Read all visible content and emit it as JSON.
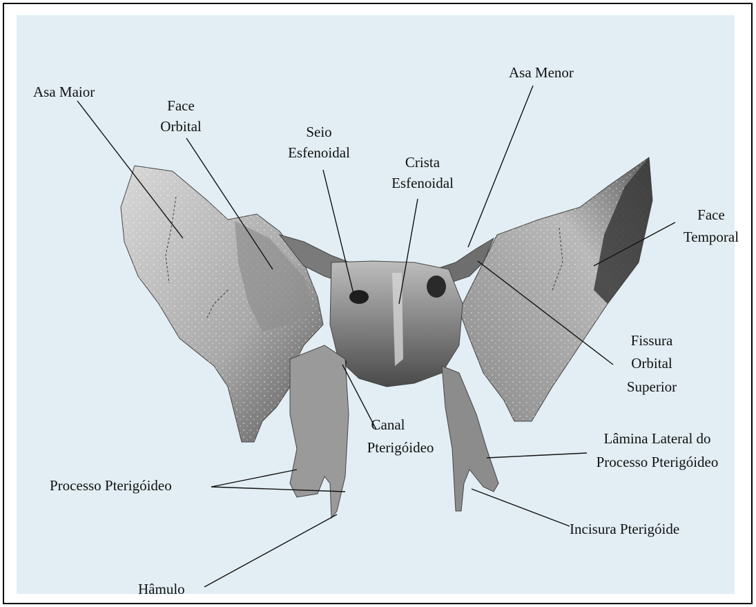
{
  "labels": {
    "asa_maior": "Asa Maior",
    "face_orbital_1": "Face",
    "face_orbital_2": "Orbital",
    "seio_1": "Seio",
    "seio_2": "Esfenoidal",
    "crista_1": "Crista",
    "crista_2": "Esfenoidal",
    "asa_menor": "Asa Menor",
    "face_temporal_1": "Face",
    "face_temporal_2": "Temporal",
    "fissura_1": "Fissura",
    "fissura_2": "Orbital",
    "fissura_3": "Superior",
    "canal_1": "Canal",
    "canal_2": "Pterigóideo",
    "lamina_1": "Lâmina Lateral do",
    "lamina_2": "Processo Pterigóideo",
    "processo": "Processo Pterigóideo",
    "incisura": "Incisura Pterigóide",
    "hamulo": "Hâmulo"
  },
  "colors": {
    "background": "#e3eef4",
    "bone_light": "#c9c9c9",
    "bone_mid": "#9a9a9a",
    "bone_dark": "#3a3a3a"
  }
}
